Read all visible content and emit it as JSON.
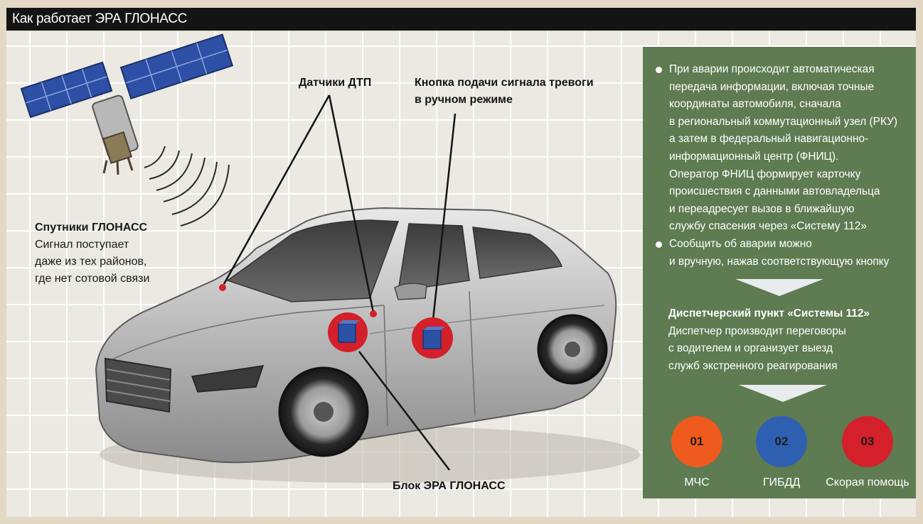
{
  "title": "Как работает ЭРА ГЛОНАСС",
  "satellite": {
    "heading": "Спутники ГЛОНАСС",
    "text": "Сигнал поступает\nдаже из тех районов,\nгде нет сотовой связи"
  },
  "callouts": {
    "sensors": "Датчики ДТП",
    "alarm_button": "Кнопка подачи сигнала тревоги\nв ручном режиме",
    "unit": "Блок ЭРА ГЛОНАСС"
  },
  "panel": {
    "bullets": [
      "При аварии происходит автоматическая\nпередача информации, включая точные\nкоординаты автомобиля, сначала\nв региональный коммутационный узел (РКУ)\nа затем в федеральный навигационно-\nинформационный центр (ФНИЦ).\nОператор ФНИЦ формирует карточку\nпроисшествия с данными автовладельца\nи переадресует вызов в ближайшую\nслужбу спасения через «Систему 112»",
      "Сообщить об аварии можно\nи вручную, нажав соответствующую кнопку"
    ],
    "dispatch_heading": "Диспетчерский пункт «Системы 112»",
    "dispatch_text": "Диспетчер производит переговоры\nс водителем и организует выезд\nслужб экстренного реагирования",
    "services": [
      {
        "number": "01",
        "label": "МЧС",
        "color": "#ef5a1f"
      },
      {
        "number": "02",
        "label": "ГИБДД",
        "color": "#2f5fb0"
      },
      {
        "number": "03",
        "label": "Скорая помощь",
        "color": "#d3202a"
      }
    ]
  },
  "colors": {
    "title_bar": "#141414",
    "panel": "#5e7b52",
    "marker_red": "#d3202a",
    "marker_blue": "#2b52a6"
  }
}
